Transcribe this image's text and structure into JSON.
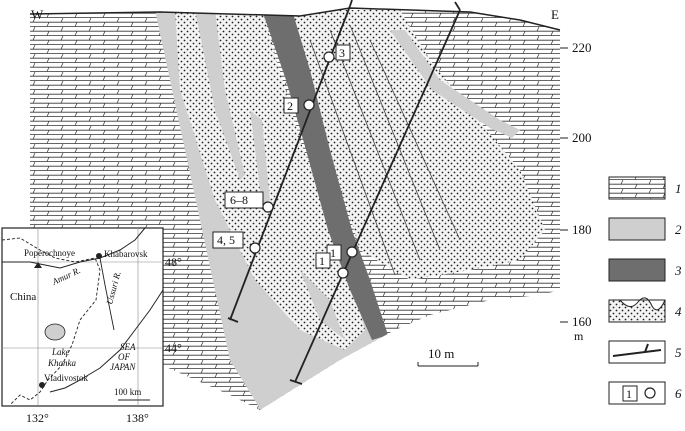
{
  "section": {
    "west_label": "W",
    "east_label": "E",
    "scale_label": "10 m",
    "sample_labels": [
      "3",
      "2",
      "6–8",
      "4, 5",
      "1",
      "1"
    ],
    "depth_ticks": [
      "220",
      "200",
      "180",
      "160"
    ],
    "depth_unit": "m"
  },
  "legend": {
    "items": [
      {
        "num": "1",
        "desc": "brick-hatched host rock"
      },
      {
        "num": "2",
        "desc": "light gray unit"
      },
      {
        "num": "3",
        "desc": "dark gray unit"
      },
      {
        "num": "4",
        "desc": "dotted unit"
      },
      {
        "num": "5",
        "desc": "line with tick"
      },
      {
        "num": "6",
        "desc": "sample box and circle"
      }
    ],
    "swatch6_box_text": "1"
  },
  "inset_map": {
    "places": {
      "poperechnoye": "Poperechnoye",
      "khabarovsk": "Khabarovsk",
      "china": "China",
      "amur": "Amur R.",
      "ussuri": "Ussuri R.",
      "lake": "Lake\nKhanka",
      "sea": "SEA\nOF\nJAPAN",
      "vladivostok": "Vladivostok",
      "scale": "100 km"
    },
    "lat_labels": [
      "48°",
      "44°"
    ],
    "lon_labels": [
      "132°",
      "138°"
    ]
  },
  "colors": {
    "unit2": "#cfcfcf",
    "unit3": "#6e6e6e",
    "unit4_bg": "#f4f4f4",
    "line": "#222222"
  }
}
